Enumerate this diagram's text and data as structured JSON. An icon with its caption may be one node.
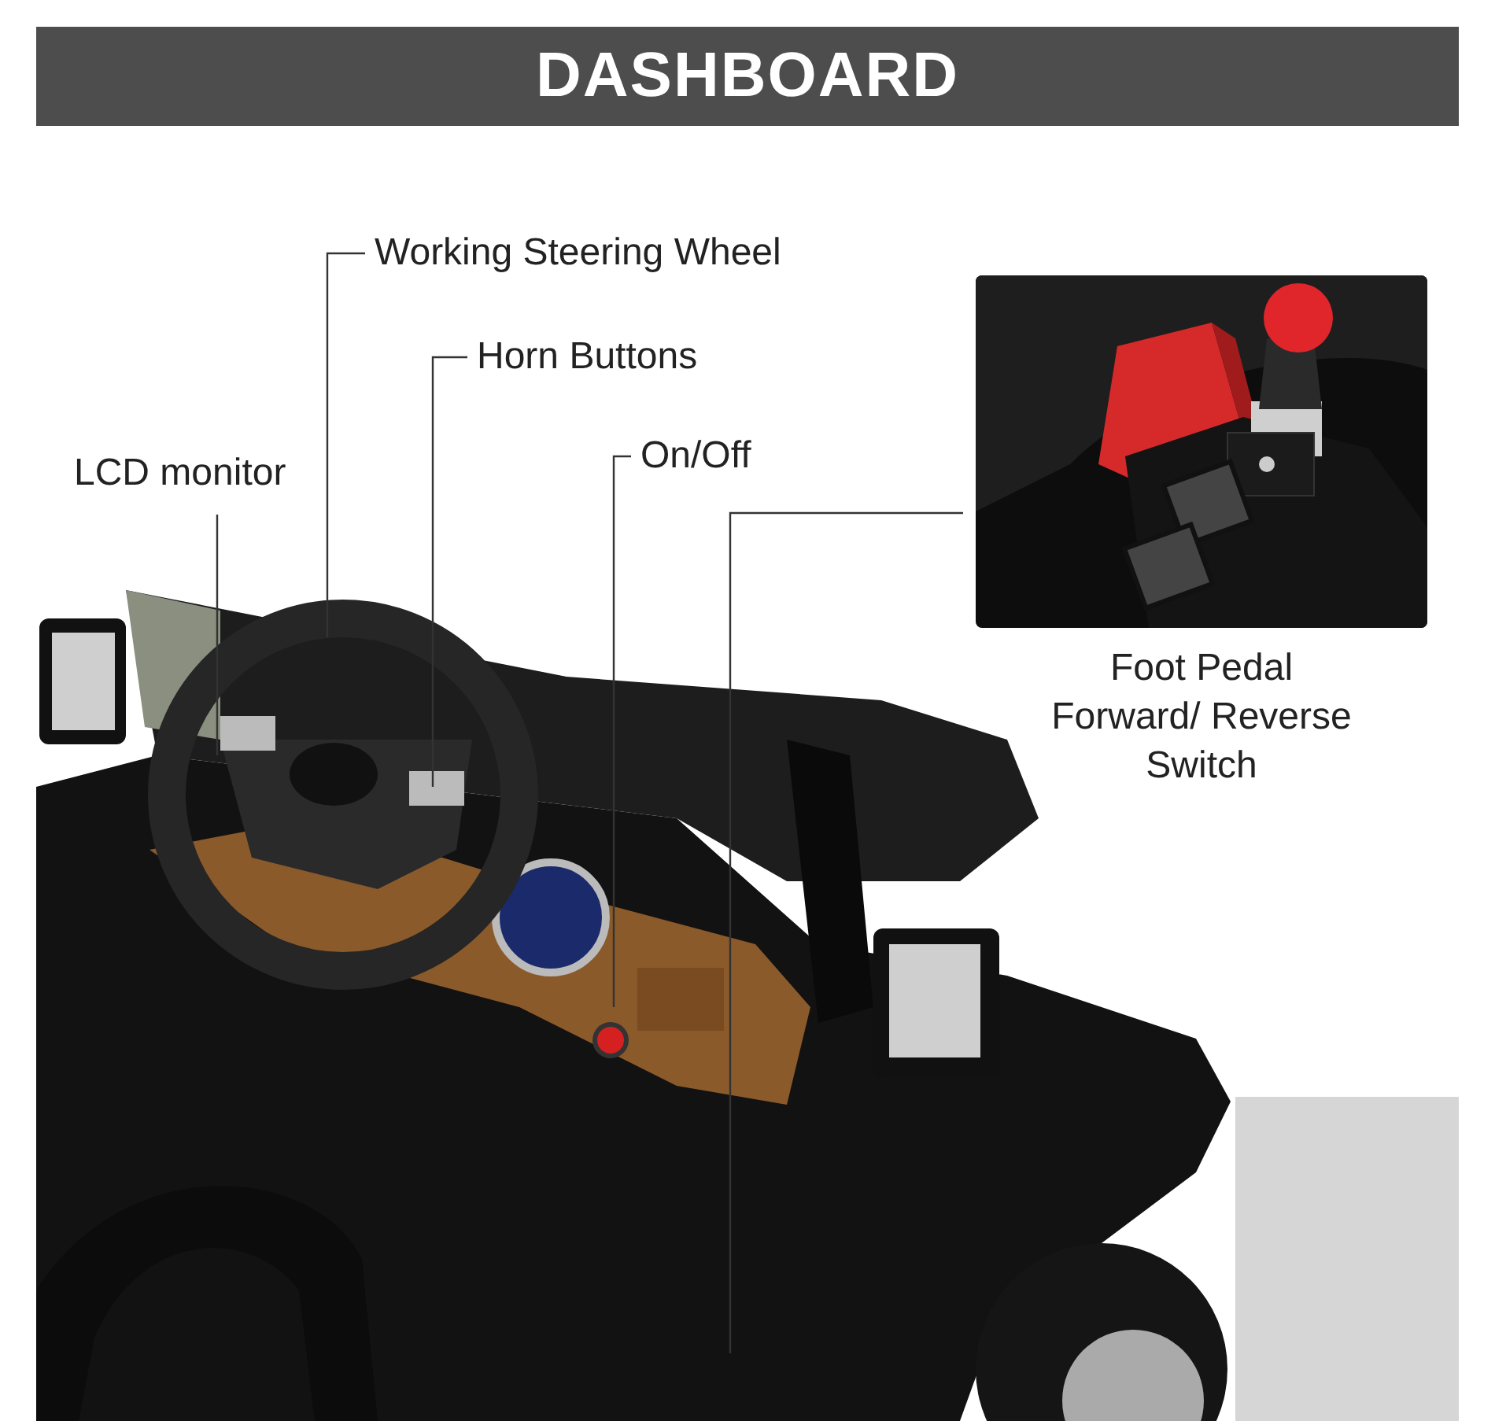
{
  "diagram": {
    "nodes": [
      {
        "text": [
          "DASHBOARD"
        ]
      },
      {
        "text": [
          "Working Steering Wheel"
        ]
      },
      {
        "text": [
          "Horn Buttons"
        ]
      },
      {
        "text": [
          "On/Off"
        ]
      },
      {
        "text": [
          "LCD monitor"
        ]
      },
      {
        "text": [
          "Foot Pedal Forward/ Reverse Switch"
        ]
      }
    ],
    "edges": [
      {
        "from": 1,
        "to": null,
        "arrow": "none"
      },
      {
        "from": 2,
        "to": null,
        "arrow": "none"
      },
      {
        "from": 3,
        "to": null,
        "arrow": "none"
      },
      {
        "from": 4,
        "to": null,
        "arrow": "none"
      },
      {
        "from": 5,
        "to": null,
        "arrow": "none"
      }
    ]
  }
}
